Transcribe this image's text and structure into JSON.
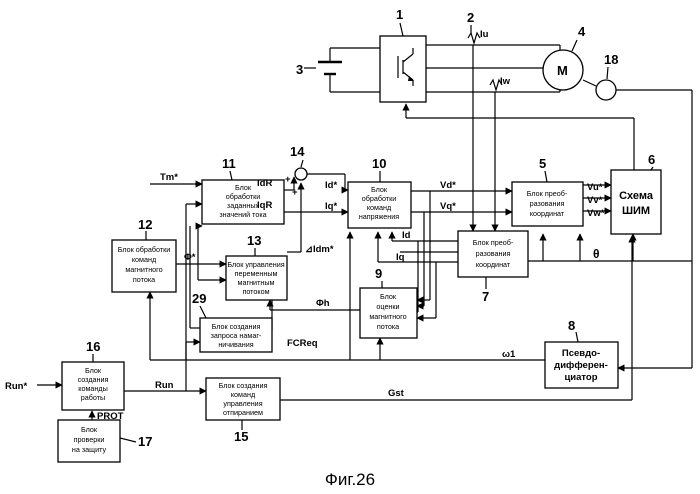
{
  "figure": {
    "caption": "Фиг.26"
  },
  "blocks": {
    "b1": {
      "num": "1"
    },
    "b4": {
      "num": "4",
      "label": "M"
    },
    "b5": {
      "num": "5",
      "lines": [
        "Блок преоб-",
        "разования",
        "координат"
      ]
    },
    "b6": {
      "num": "6",
      "lines": [
        "Схема",
        "ШИМ"
      ]
    },
    "b7": {
      "num": "7",
      "lines": [
        "Блок преоб-",
        "разования",
        "координат"
      ]
    },
    "b8": {
      "num": "8",
      "lines": [
        "Псевдо-",
        "дифферен-",
        "циатор"
      ]
    },
    "b9": {
      "num": "9",
      "lines": [
        "Блок",
        "оценки",
        "магнитного",
        "потока"
      ]
    },
    "b10": {
      "num": "10",
      "lines": [
        "Блок",
        "обработки",
        "команд",
        "напряжения"
      ]
    },
    "b11": {
      "num": "11",
      "lines": [
        "Блок",
        "обработки",
        "заданных",
        "значений тока"
      ]
    },
    "b12": {
      "num": "12",
      "lines": [
        "Блок обработки",
        "команд",
        "магнитного",
        "потока"
      ]
    },
    "b13": {
      "num": "13",
      "lines": [
        "Блок управления",
        "переменным",
        "магнитным",
        "потоком"
      ]
    },
    "b15": {
      "num": "15",
      "lines": [
        "Блок создания",
        "команд",
        "управления",
        "отпиранием"
      ]
    },
    "b16": {
      "num": "16",
      "lines": [
        "Блок",
        "создания",
        "команды",
        "работы"
      ]
    },
    "b17": {
      "num": "17",
      "lines": [
        "Блок",
        "проверки",
        "на защиту"
      ]
    },
    "b29": {
      "num": "29",
      "lines": [
        "Блок создания",
        "запроса намаг-",
        "ничивания"
      ]
    }
  },
  "components": {
    "battery_num": "3",
    "sensor_u_num": "2",
    "encoder_num": "18",
    "summer_num": "14"
  },
  "signals": {
    "Iu": "Iu",
    "Iw": "Iw",
    "Tm": "Tm*",
    "IdR": "IdR",
    "IqR": "IqR",
    "Id_star": "Id*",
    "Iq_star": "Iq*",
    "Vd_star": "Vd*",
    "Vq_star": "Vq*",
    "Vu_star": "Vu*",
    "Vv_star": "Vv*",
    "Vw_star": "Vw*",
    "Phi_star": "Φ*",
    "dIdm": "⊿Idm*",
    "Id": "Id",
    "Iq": "Iq",
    "theta": "θ",
    "Phi_h": "Φh",
    "omega1": "ω1",
    "FCReq": "FCReq",
    "Run_in": "Run*",
    "Run": "Run",
    "PROT": "PROT",
    "Gst": "Gst",
    "plus1": "+",
    "plus2": "+",
    "plus3": "+"
  }
}
